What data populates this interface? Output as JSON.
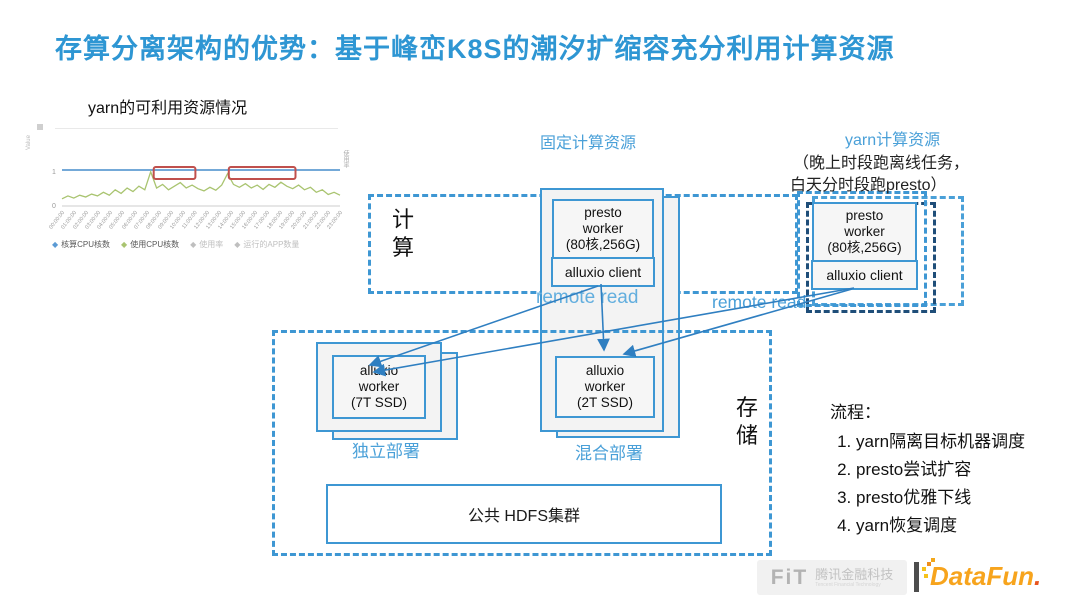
{
  "title": "存算分离架构的优势：基于峰峦K8S的潮汐扩缩容充分利用计算资源",
  "chart": {
    "title": "yarn的可利用资源情况",
    "y_axis_label": "Value",
    "right_axis_label": "使用率",
    "y_tick_top": "1",
    "y_tick_bottom": "0",
    "chart_data": {
      "type": "line",
      "x_ticks": [
        "00:00:00",
        "01:00:00",
        "02:00:00",
        "03:00:00",
        "04:00:00",
        "05:00:00",
        "06:00:00",
        "07:00:00",
        "08:00:00",
        "09:00:00",
        "10:00:00",
        "11:00:00",
        "12:00:00",
        "13:00:00",
        "14:00:00",
        "15:00:00",
        "16:00:00",
        "17:00:00",
        "18:00:00",
        "19:00:00",
        "20:00:00",
        "21:00:00",
        "22:00:00",
        "23:00:00"
      ],
      "ylim": [
        0,
        1
      ],
      "series": [
        {
          "name": "核算CPU核数",
          "color": "#5b9bd5",
          "kind": "capacity",
          "value": 1
        },
        {
          "name": "使用CPU核数",
          "color": "#a9c470",
          "kind": "usage",
          "values": [
            0.2,
            0.28,
            0.22,
            0.3,
            0.25,
            0.33,
            0.28,
            0.38,
            0.3,
            0.45,
            0.35,
            0.5,
            0.4,
            0.55,
            0.45,
            0.95,
            0.5,
            0.6,
            0.45,
            0.55,
            0.65,
            0.5,
            0.58,
            0.48,
            0.42,
            0.52,
            0.44,
            0.58,
            0.9,
            0.6,
            0.52,
            0.62,
            0.5,
            0.58,
            0.46,
            0.6,
            0.52,
            0.66,
            0.55,
            0.48,
            0.58,
            0.45,
            0.52,
            0.38,
            0.45,
            0.32,
            0.38,
            0.3
          ]
        }
      ],
      "disabled_legend": [
        {
          "name": "使用率",
          "color": "#bfbfbf"
        },
        {
          "name": "运行的APP数量",
          "color": "#bfbfbf"
        }
      ],
      "annotations": [
        {
          "type": "rect",
          "x_frac": 0.33,
          "w_frac": 0.15,
          "note": "highlighted idle window"
        },
        {
          "type": "rect",
          "x_frac": 0.6,
          "w_frac": 0.24,
          "note": "highlighted idle window"
        }
      ]
    }
  },
  "diagram": {
    "fixed_compute_caption": "固定计算资源",
    "yarn_caption": "yarn计算资源",
    "yarn_note_line1": "（晚上时段跑离线任务，",
    "yarn_note_line2": "白天分时段跑presto）",
    "compute_label": "计算",
    "storage_label": "存储",
    "presto_worker_label": "presto worker",
    "presto_worker_spec": "(80核,256G)",
    "alluxio_client_label": "alluxio client",
    "alluxio_worker_label": "alluxio worker",
    "left_worker_spec": "(7T SSD)",
    "mid_worker_spec": "(2T SSD)",
    "standalone_label": "独立部署",
    "colocated_label": "混合部署",
    "remote_read_label": "remote read",
    "hdfs_label": "公共 HDFS集群"
  },
  "flow": {
    "heading": "流程：",
    "items": [
      "yarn隔离目标机器调度",
      "presto尝试扩容",
      "presto优雅下线",
      "yarn恢复调度"
    ]
  },
  "footer": {
    "fit_logo": "FiT",
    "fit_cn": "腾讯金融科技",
    "fit_en": "Tencent Financial Technology",
    "datafun_name": "DataFun",
    "datafun_dot": "."
  },
  "colors": {
    "title_blue": "#2e96d3",
    "diagram_blue": "#3e97d3",
    "dark_navy_dashed": "#1f4e79",
    "arrow_blue": "#2f7fc1",
    "annotation_red": "#c0504d",
    "capacity_line": "#5b9bd5",
    "usage_line": "#a9c470"
  }
}
